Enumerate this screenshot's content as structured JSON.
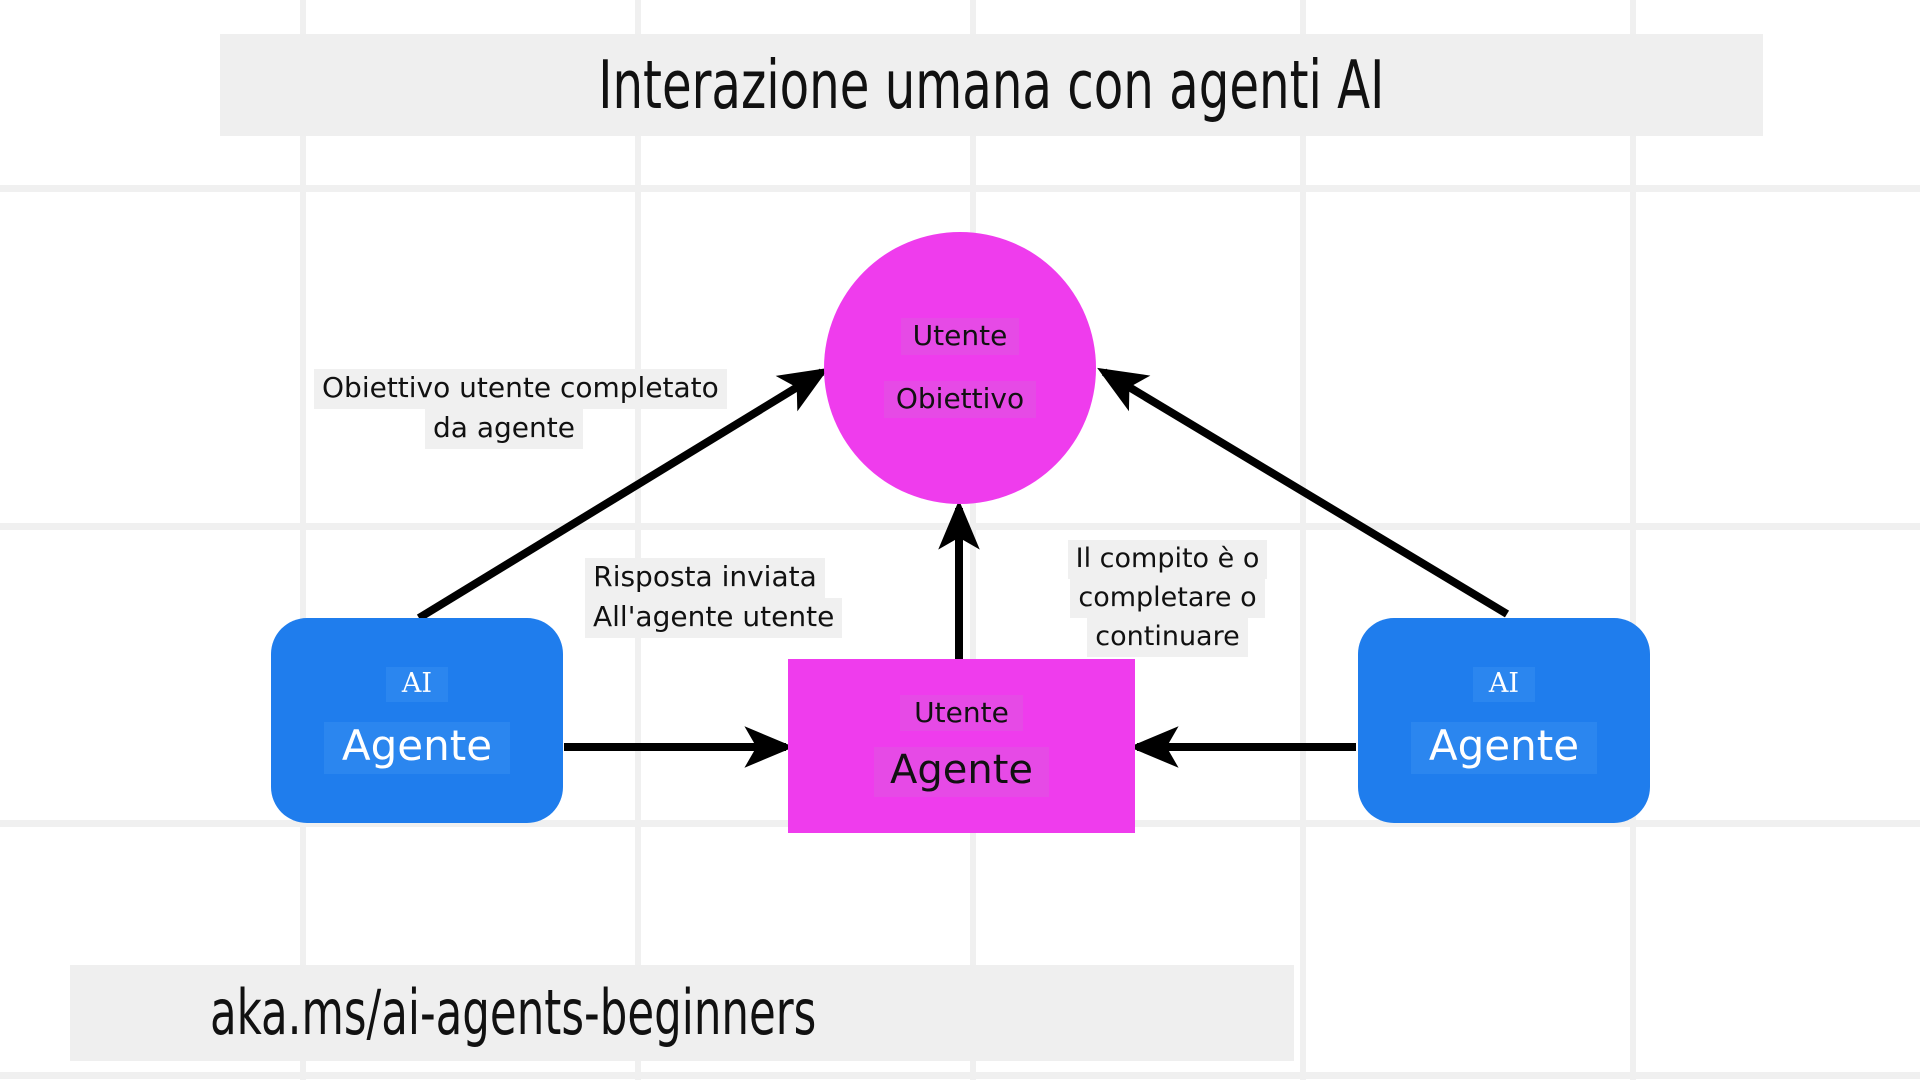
{
  "page": {
    "title": "Interazione umana con agenti AI",
    "url_label": "aka.ms/ai-agents-beginners",
    "language": "it"
  },
  "colors": {
    "background": "#ffffff",
    "grid_line": "#f0f0f0",
    "banner_background": "#efefef",
    "magenta": "#ef3ced",
    "magenta_chip": "#e64ae6",
    "blue": "#1f7ded",
    "blue_chip": "#2b86ef",
    "text_dark": "#111111",
    "text_light": "#ffffff",
    "arrow": "#000000"
  },
  "nodes": {
    "user_goal": {
      "shape": "circle",
      "line1": "Utente",
      "line2": "Obiettivo"
    },
    "ai_agent_left": {
      "shape": "rounded-rect",
      "line1": "AI",
      "line2": "Agente"
    },
    "ai_agent_right": {
      "shape": "rounded-rect",
      "line1": "AI",
      "line2": "Agente"
    },
    "user_agent": {
      "shape": "rect",
      "line1": "Utente",
      "line2": "Agente"
    }
  },
  "annotations": {
    "goal_completed": {
      "line1": "Obiettivo utente completato",
      "line2": "da agente"
    },
    "response_sent": {
      "line1": "Risposta inviata",
      "line2": "All'agente utente"
    },
    "task_status": {
      "line1": "Il compito è o",
      "line2": "completare o",
      "line3": "continuare"
    }
  },
  "edges": [
    {
      "name": "left-agent-to-user-goal",
      "from": "ai_agent_left",
      "to": "user_goal",
      "direction": "up-right",
      "label": "goal_completed"
    },
    {
      "name": "right-agent-to-user-goal",
      "from": "ai_agent_right",
      "to": "user_goal",
      "direction": "up-left",
      "label": "task_status"
    },
    {
      "name": "left-agent-to-user-agent",
      "from": "ai_agent_left",
      "to": "user_agent",
      "direction": "right",
      "label": "response_sent"
    },
    {
      "name": "right-agent-to-user-agent",
      "from": "ai_agent_right",
      "to": "user_agent",
      "direction": "left",
      "label": null
    },
    {
      "name": "user-agent-to-user-goal",
      "from": "user_agent",
      "to": "user_goal",
      "direction": "up",
      "label": null
    }
  ],
  "grid": {
    "vertical_x": [
      300,
      635,
      970,
      1300,
      1630
    ],
    "horizontal_y": [
      185,
      523,
      820,
      1072
    ]
  }
}
